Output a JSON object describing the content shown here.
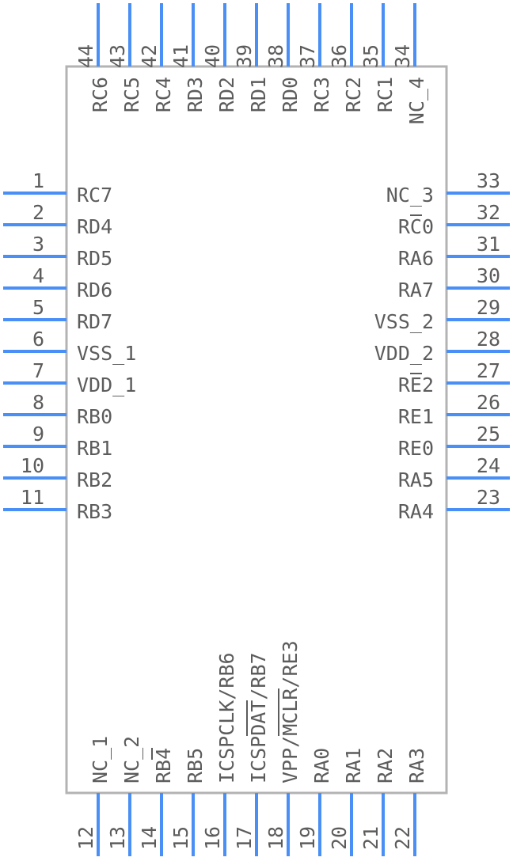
{
  "component": {
    "pins_left": [
      {
        "number": "1",
        "name": "RC7"
      },
      {
        "number": "2",
        "name": "RD4"
      },
      {
        "number": "3",
        "name": "RD5"
      },
      {
        "number": "4",
        "name": "RD6"
      },
      {
        "number": "5",
        "name": "RD7"
      },
      {
        "number": "6",
        "name": "VSS_1"
      },
      {
        "number": "7",
        "name": "VDD_1"
      },
      {
        "number": "8",
        "name": "RB0"
      },
      {
        "number": "9",
        "name": "RB1"
      },
      {
        "number": "10",
        "name": "RB2"
      },
      {
        "number": "11",
        "name": "RB3"
      }
    ],
    "pins_right": [
      {
        "number": "33",
        "name": "NC_3"
      },
      {
        "number": "32",
        "name": "RC0"
      },
      {
        "number": "31",
        "name": "RA6"
      },
      {
        "number": "30",
        "name": "RA7"
      },
      {
        "number": "29",
        "name": "VSS_2"
      },
      {
        "number": "28",
        "name": "VDD_2"
      },
      {
        "number": "27",
        "name": "RE2"
      },
      {
        "number": "26",
        "name": "RE1"
      },
      {
        "number": "25",
        "name": "RE0"
      },
      {
        "number": "24",
        "name": "RA5"
      },
      {
        "number": "23",
        "name": "RA4"
      }
    ],
    "pins_top": [
      {
        "number": "44",
        "name": "RC6"
      },
      {
        "number": "43",
        "name": "RC5"
      },
      {
        "number": "42",
        "name": "RC4"
      },
      {
        "number": "41",
        "name": "RD3"
      },
      {
        "number": "40",
        "name": "RD2"
      },
      {
        "number": "39",
        "name": "RD1"
      },
      {
        "number": "38",
        "name": "RD0"
      },
      {
        "number": "37",
        "name": "RC3"
      },
      {
        "number": "36",
        "name": "RC2"
      },
      {
        "number": "35",
        "name": "RC1"
      },
      {
        "number": "34",
        "name": "NC_4"
      }
    ],
    "pins_bottom": [
      {
        "number": "12",
        "name": "NC_1"
      },
      {
        "number": "13",
        "name": "NC_2"
      },
      {
        "number": "14",
        "name": "RB4"
      },
      {
        "number": "15",
        "name": "RB5"
      },
      {
        "number": "16",
        "name": "ICSPCLK/RB6"
      },
      {
        "number": "17",
        "name": "ICSPDAT/RB7"
      },
      {
        "number": "18",
        "name": "VPP/MCLR/RE3"
      },
      {
        "number": "19",
        "name": "RA0"
      },
      {
        "number": "20",
        "name": "RA1"
      },
      {
        "number": "21",
        "name": "RA2"
      },
      {
        "number": "22",
        "name": "RA3"
      }
    ],
    "colors": {
      "pin": "#4a8ff5",
      "outline": "#b3b3b3",
      "text": "#5c5c5c"
    }
  }
}
